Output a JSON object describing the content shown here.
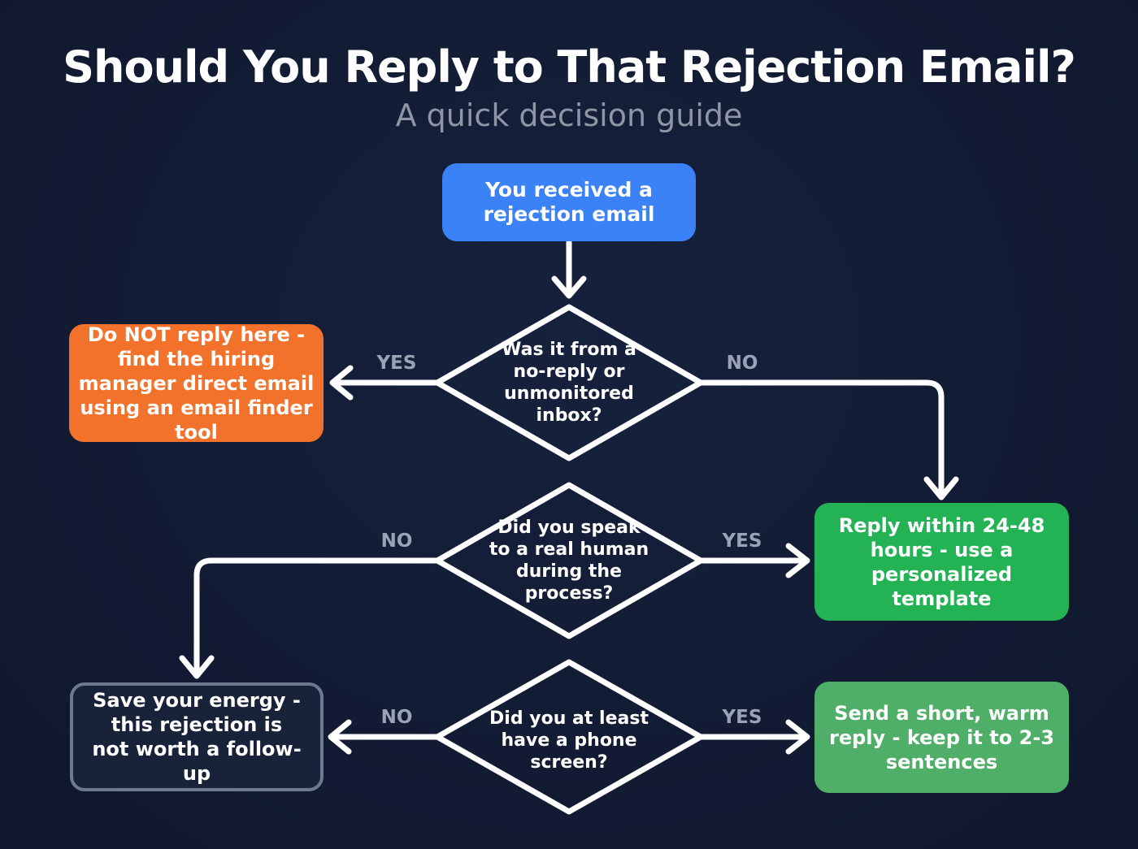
{
  "title": "Should You Reply to That Rejection Email?",
  "subtitle": "A quick decision guide",
  "colors": {
    "background": "#121b33",
    "start": "#3b82f6",
    "warning": "#f2722b",
    "action_primary": "#23b355",
    "action_secondary": "#4fae68",
    "neutral_border": "#6b7a8f",
    "edge_label": "#9aa3b5"
  },
  "nodes": {
    "start": "You received a rejection email",
    "decision_1": "Was it from a no-reply or unmonitored inbox?",
    "decision_2": "Did you speak to a real human during the process?",
    "decision_3": "Did you at least have a phone screen?",
    "outcome_find_manager": "Do NOT reply here - find the hiring manager direct email using an email finder tool",
    "outcome_reply_template": "Reply within 24-48 hours - use a personalized template",
    "outcome_save_energy": "Save your energy - this rejection is not worth a follow-up",
    "outcome_short_reply": "Send a short, warm reply - keep it to 2-3 sentences"
  },
  "edges": {
    "d1_yes": "YES",
    "d1_no": "NO",
    "d2_no": "NO",
    "d2_yes": "YES",
    "d3_no": "NO",
    "d3_yes": "YES"
  }
}
